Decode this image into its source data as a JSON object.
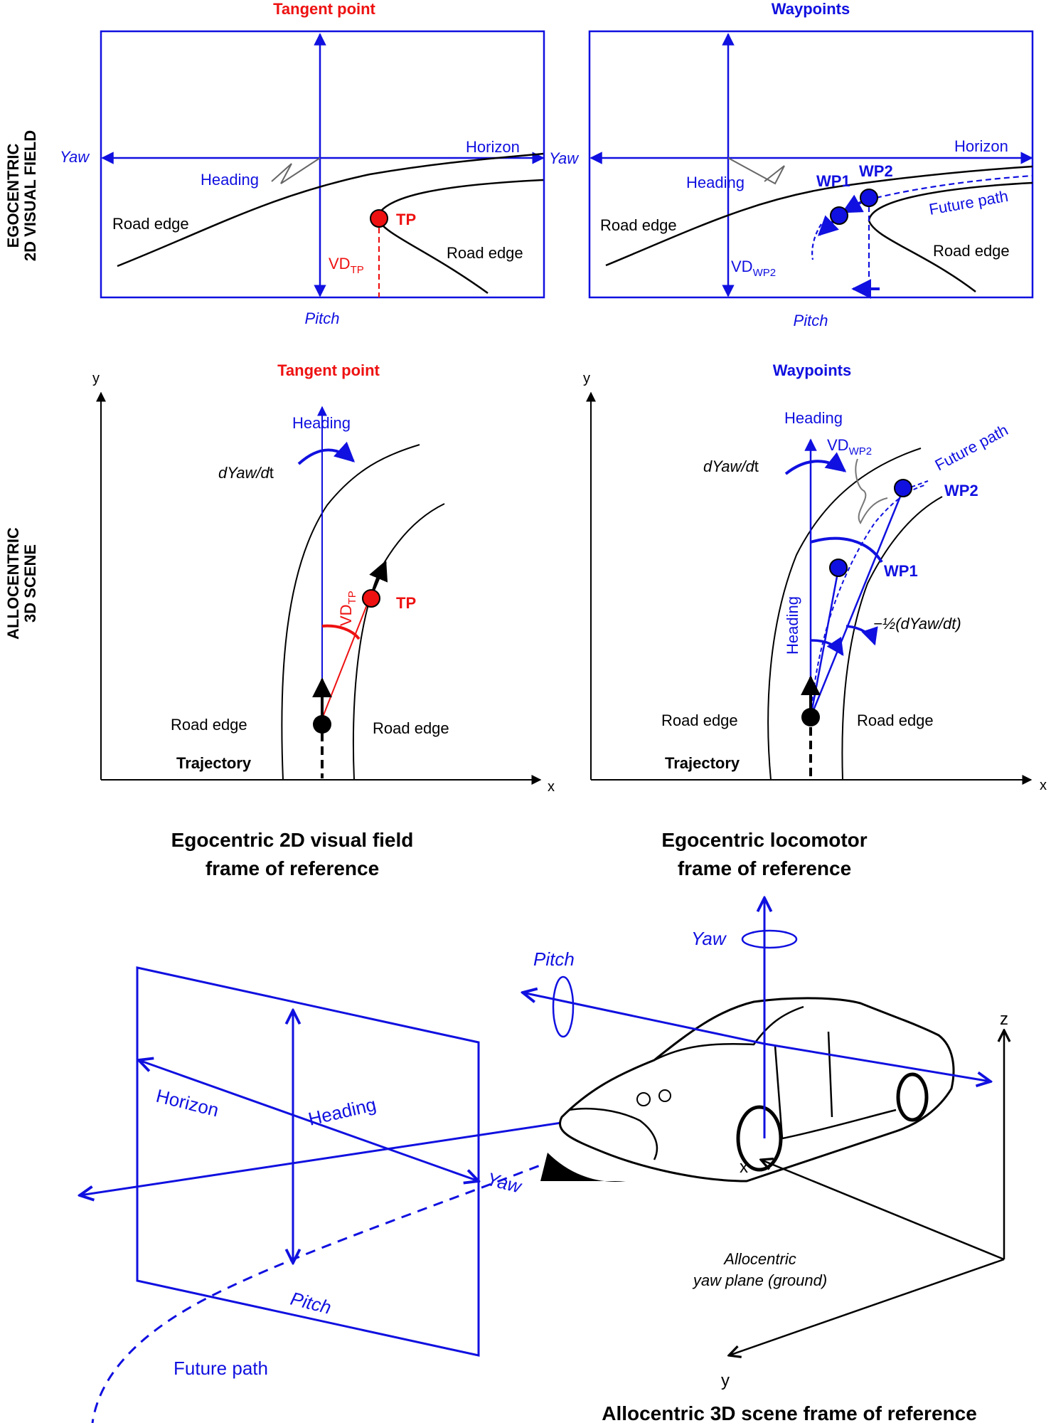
{
  "row_labels": {
    "egocentric": [
      "EGOCENTRIC",
      "2D VISUAL FIELD"
    ],
    "allocentric": [
      "ALLOCENTRIC",
      "3D SCENE"
    ]
  },
  "panel_tl": {
    "title": "Tangent point",
    "yaw": "Yaw",
    "horizon": "Horizon",
    "heading": "Heading",
    "road_edge_left": "Road edge",
    "road_edge_right": "Road edge",
    "tp": "TP",
    "vd": "VD",
    "vd_sub": "TP",
    "pitch": "Pitch"
  },
  "panel_tr": {
    "title": "Waypoints",
    "yaw": "Yaw",
    "horizon": "Horizon",
    "heading": "Heading",
    "wp1": "WP1",
    "wp2": "WP2",
    "future_path": "Future path",
    "road_edge_left": "Road edge",
    "road_edge_right": "Road edge",
    "vd": "VD",
    "vd_sub": "WP2",
    "pitch": "Pitch"
  },
  "panel_ml": {
    "title": "Tangent point",
    "y_axis": "y",
    "x_axis": "x",
    "heading": "Heading",
    "dyaw_d": "d",
    "dyaw_mid": "Yaw/",
    "dyaw_d2": "d",
    "dyaw_t": "t",
    "vd": "VD",
    "vd_sub": "TP",
    "tp": "TP",
    "road_edge_left": "Road edge",
    "road_edge_right": "Road edge",
    "trajectory": "Trajectory"
  },
  "panel_mr": {
    "title": "Waypoints",
    "y_axis": "y",
    "x_axis": "x",
    "heading": "Heading",
    "heading_vertical": "Heading",
    "vd": "VD",
    "vd_sub": "WP2",
    "future_path": "Future path",
    "wp1": "WP1",
    "wp2": "WP2",
    "dyaw_d": "d",
    "dyaw_mid": "Yaw/",
    "dyaw_d2": "d",
    "dyaw_t": "t",
    "half_dyaw": "−½(dYaw/dt)",
    "road_edge_left": "Road edge",
    "road_edge_right": "Road edge",
    "trajectory": "Trajectory"
  },
  "bottom": {
    "ego_visual_title": [
      "Egocentric 2D visual field",
      "frame of reference"
    ],
    "ego_loco_title": [
      "Egocentric locomotor",
      "frame of reference"
    ],
    "allo_title": "Allocentric 3D scene frame of reference",
    "horizon": "Horizon",
    "heading": "Heading",
    "yaw_plane": "Yaw",
    "pitch_plane": "Pitch",
    "future_path": "Future path",
    "yaw_car": "Yaw",
    "pitch_car": "Pitch",
    "axis_x": "x",
    "axis_y": "y",
    "axis_z": "z",
    "ground_label": [
      "Allocentric",
      "yaw plane (ground)"
    ]
  }
}
